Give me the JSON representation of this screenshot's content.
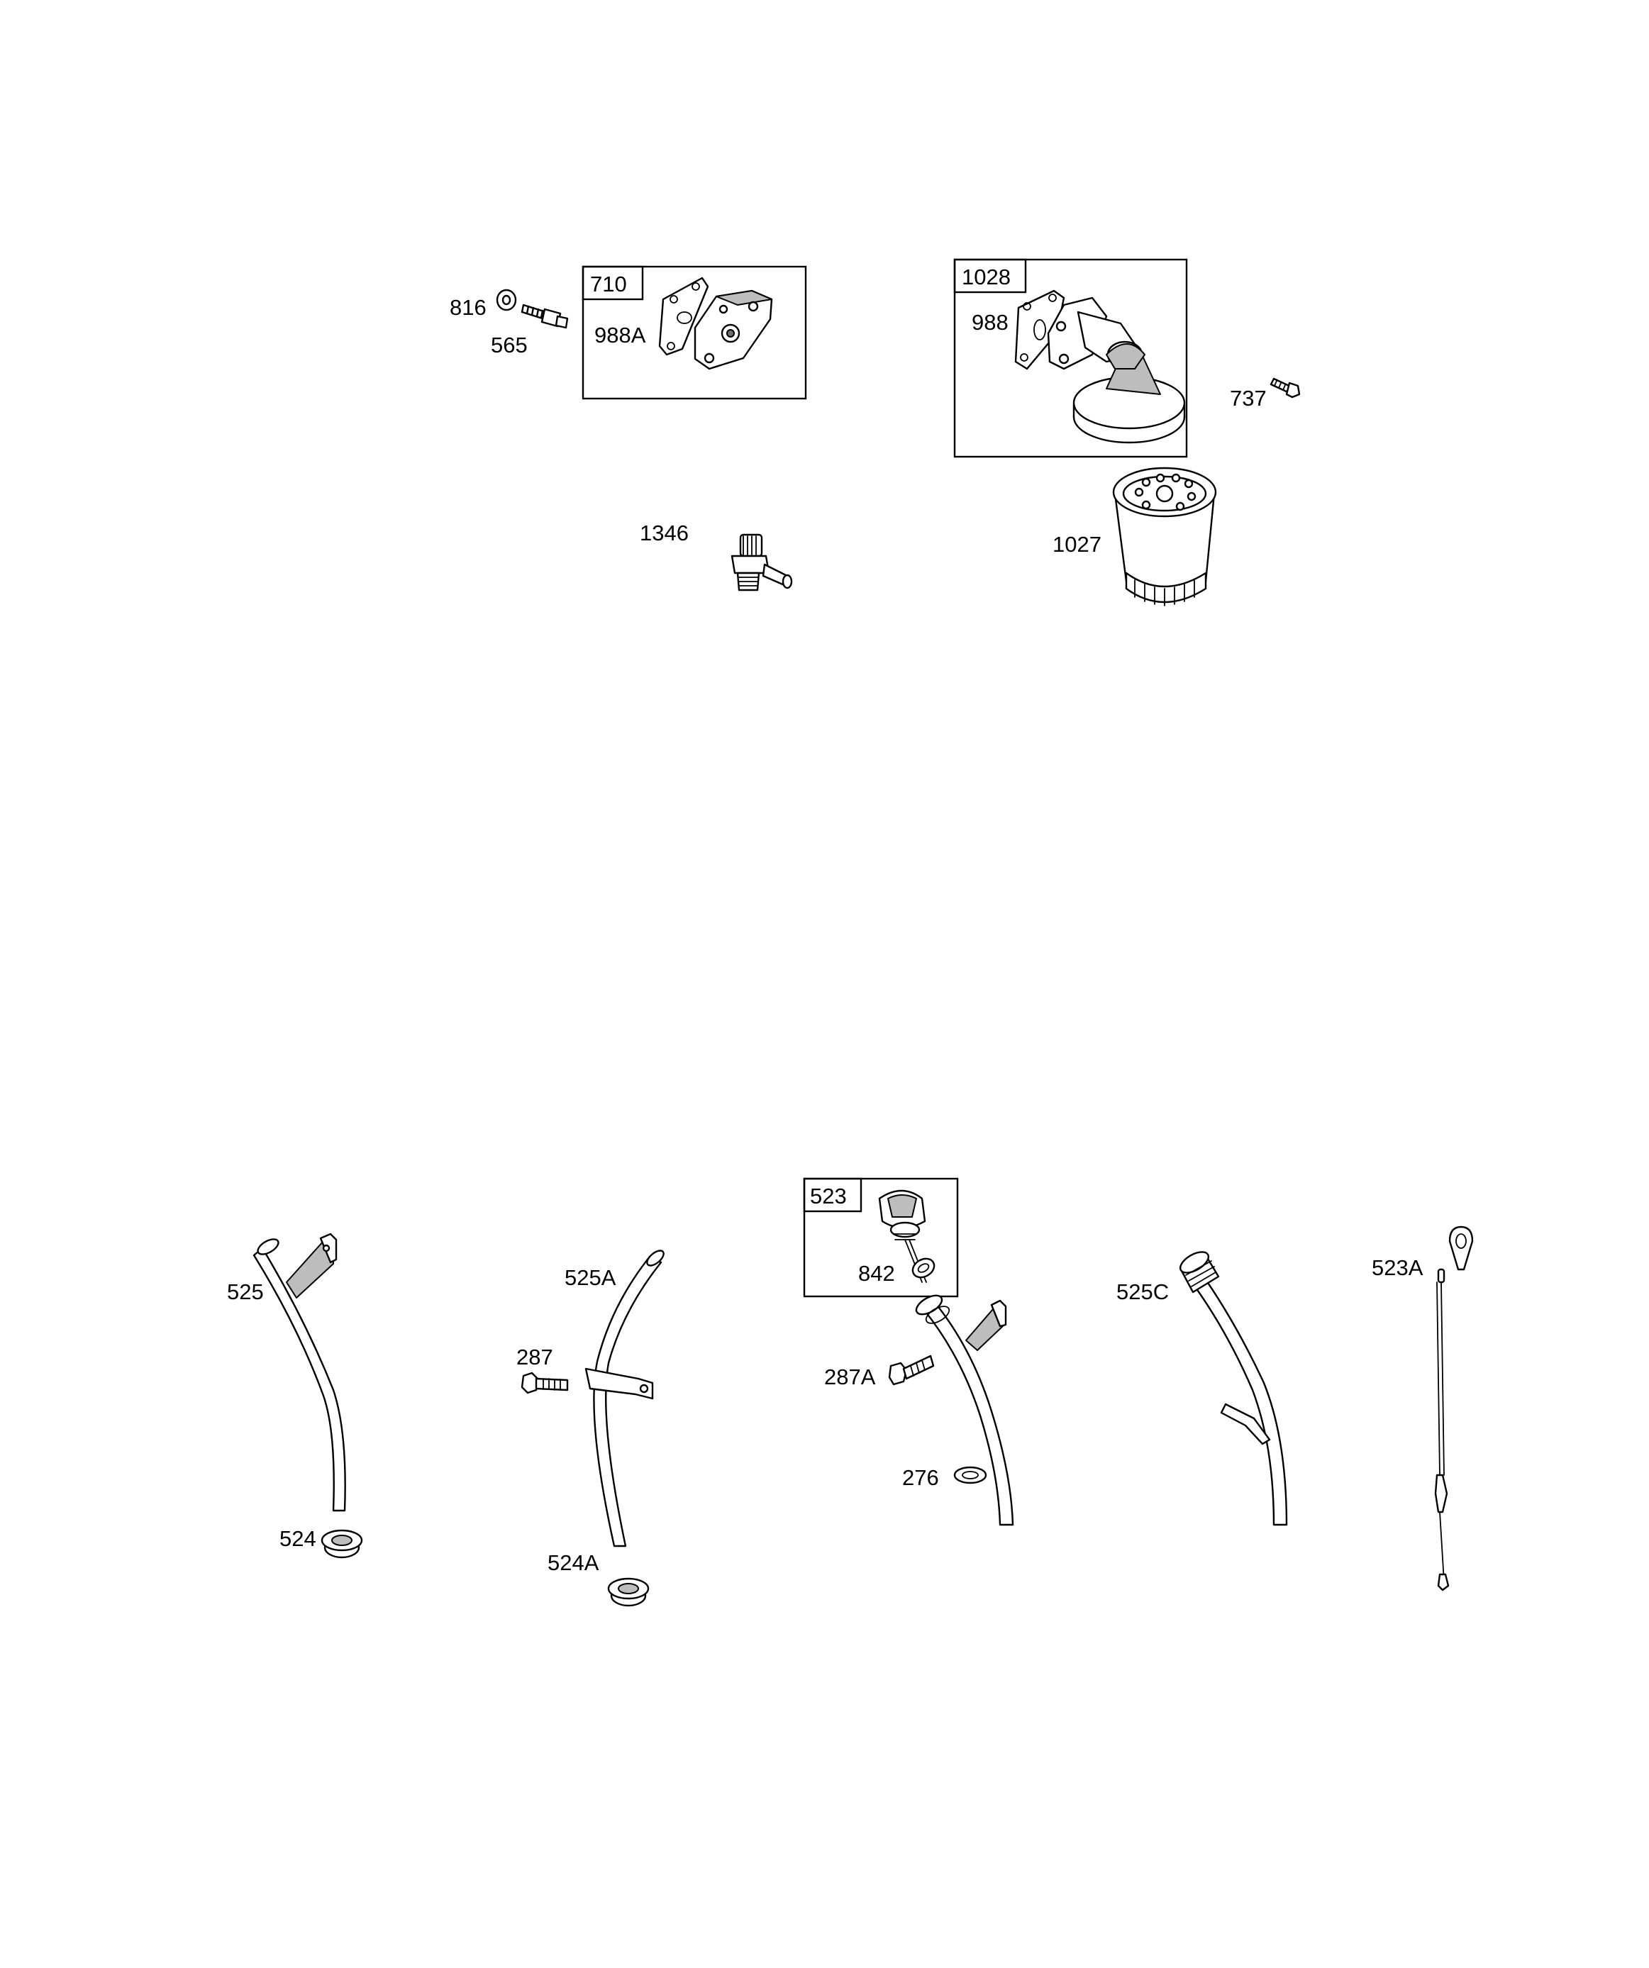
{
  "groups": {
    "kit_710": {
      "number": "710",
      "parts": [
        "988A"
      ]
    },
    "kit_1028": {
      "number": "1028",
      "parts": [
        "988"
      ]
    },
    "kit_523": {
      "number": "523",
      "parts": [
        "842"
      ]
    }
  },
  "callouts": {
    "p816": "816",
    "p565": "565",
    "p988A": "988A",
    "p1028": "1028",
    "p988": "988",
    "p737": "737",
    "p1346": "1346",
    "p1027": "1027",
    "p525": "525",
    "p524": "524",
    "p525A": "525A",
    "p287": "287",
    "p524A": "524A",
    "p523": "523",
    "p842": "842",
    "p287A": "287A",
    "p276": "276",
    "p525C": "525C",
    "p523A": "523A",
    "p710": "710"
  },
  "icons": [
    "washer",
    "hose-barb-fitting",
    "adapter-plate",
    "gasket",
    "oil-filter-adapter",
    "bolt",
    "drain-valve",
    "oil-filter",
    "dipstick-tube",
    "grommet",
    "oil-fill-cap",
    "o-ring",
    "dipstick"
  ]
}
